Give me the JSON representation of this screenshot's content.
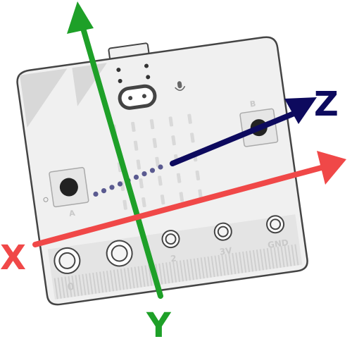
{
  "axes": {
    "x": {
      "label": "X",
      "color": "#f04848"
    },
    "y": {
      "label": "Y",
      "color": "#1ea028"
    },
    "z": {
      "label": "Z",
      "color": "#0d0a5e"
    }
  },
  "board": {
    "button_a_label": "A",
    "button_b_label": "B",
    "pins": [
      "0",
      "",
      "2",
      "3V",
      "GND"
    ]
  },
  "led_grid": {
    "rows": 5,
    "cols": 5
  },
  "colors": {
    "board_fill": "#f0f0f0",
    "board_stroke": "#444444",
    "led_color": "#d9d9d9",
    "dot_color": "#5a5a90"
  }
}
